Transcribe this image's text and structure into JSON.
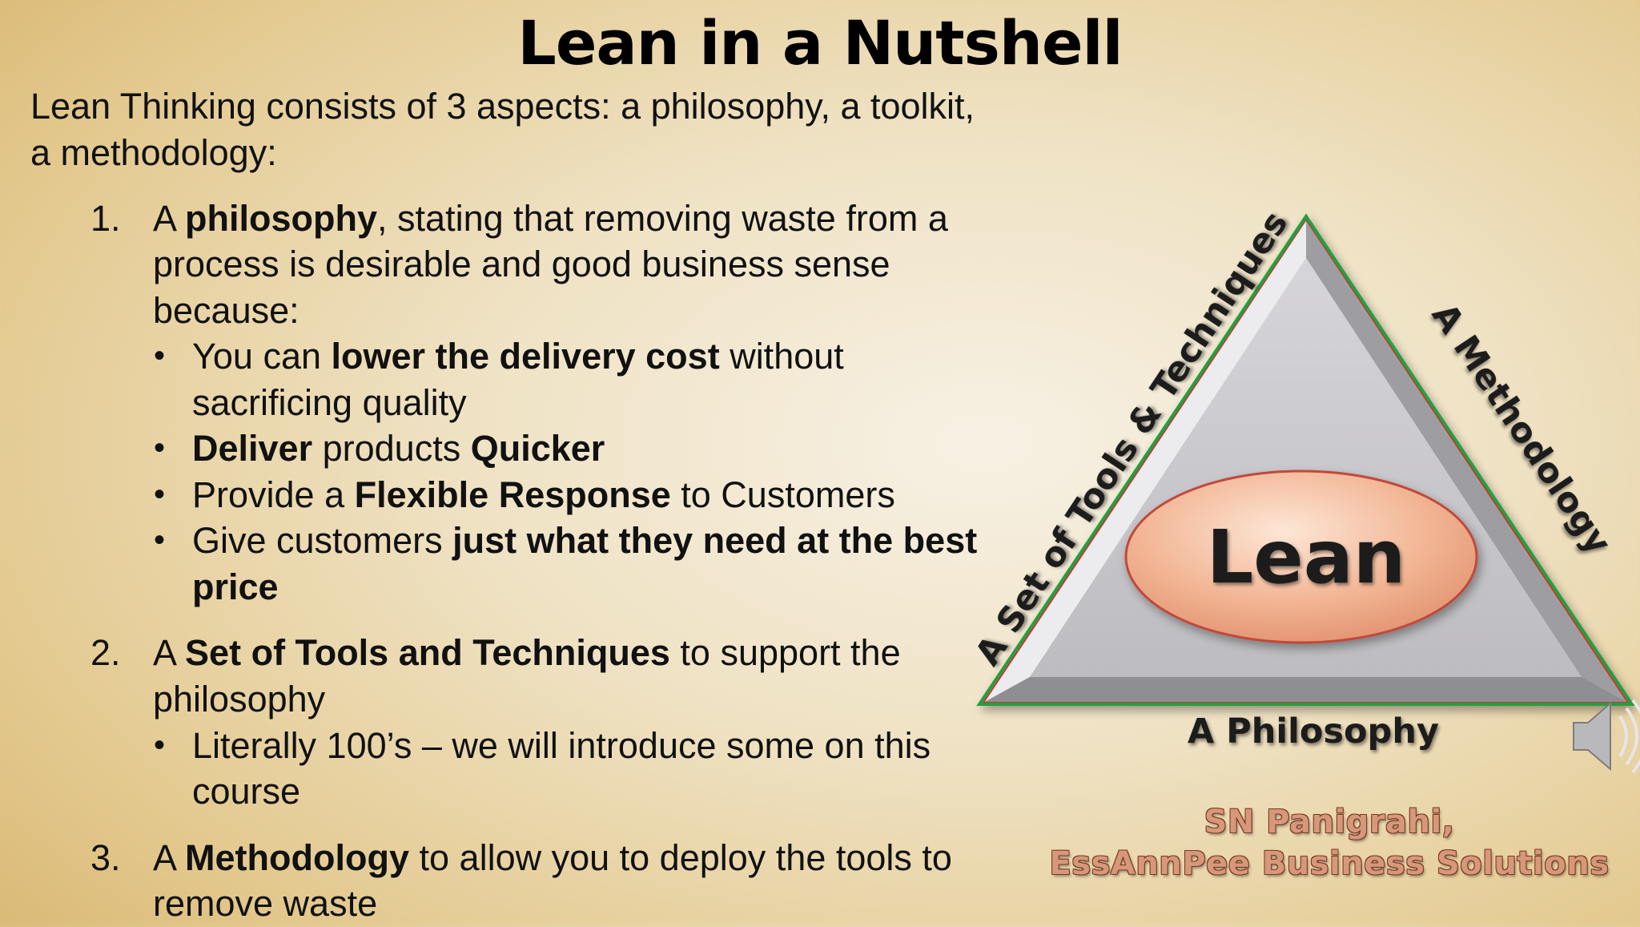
{
  "slide": {
    "title": "Lean in a Nutshell",
    "intro": "Lean Thinking consists of 3 aspects: a philosophy, a toolkit, a methodology:",
    "points": [
      {
        "number": "1.",
        "lines": [
          {
            "pre": "A ",
            "bold": "philosophy",
            "post": ", stating that removing waste from a"
          },
          {
            "text": "process is desirable and good business sense"
          },
          {
            "text": "because:"
          }
        ],
        "bullets": [
          {
            "lines": [
              {
                "pre": "You can ",
                "bold": "lower the delivery cost",
                "post": " without"
              },
              {
                "text": "sacrificing quality"
              }
            ]
          },
          {
            "lines": [
              {
                "bold": "Deliver",
                "mid": " products ",
                "bold2": "Quicker"
              }
            ]
          },
          {
            "lines": [
              {
                "pre": "Provide a ",
                "bold": "Flexible Response",
                "post": " to Customers"
              }
            ]
          },
          {
            "lines": [
              {
                "pre": "Give customers ",
                "bold": "just what they need at the best"
              },
              {
                "bold": "price"
              }
            ]
          }
        ]
      },
      {
        "number": "2.",
        "lines": [
          {
            "pre": "A ",
            "bold": "Set of Tools and Techniques",
            "post": " to support the"
          },
          {
            "text": "philosophy"
          }
        ],
        "bullets": [
          {
            "lines": [
              {
                "text": "Literally 100’s – we will introduce some on this"
              },
              {
                "text": "course"
              }
            ]
          }
        ]
      },
      {
        "number": "3.",
        "lines": [
          {
            "pre": "A ",
            "bold": "Methodology",
            "post": " to allow you to deploy the tools to"
          },
          {
            "text": "remove waste"
          }
        ]
      }
    ],
    "bullet_char": "•"
  },
  "diagram": {
    "center_label": "Lean",
    "left_side_label": "A Set of Tools & Techniques",
    "right_side_label": "A Methodology",
    "bottom_label": "A Philosophy",
    "colors": {
      "triangle_fill": "#c9c8cc",
      "triangle_outline_outer": "#20a040",
      "triangle_outline_inner": "#cc3030",
      "ellipse_fill": "#f0b292",
      "ellipse_edge": "#c04a3a"
    }
  },
  "credit": {
    "line1": "SN Panigrahi,",
    "line2": "EssAnnPee Business Solutions"
  },
  "speaker_icon": "speaker-icon"
}
